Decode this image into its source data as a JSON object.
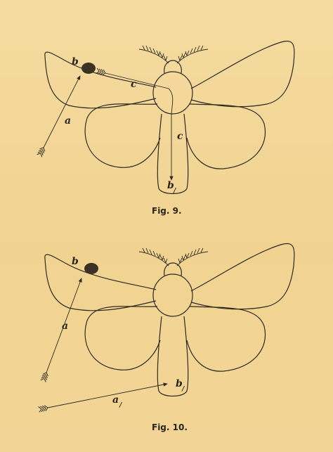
{
  "figures": [
    {
      "caption": "Fig. 9.",
      "labels": {
        "a": "a",
        "b": "b",
        "c1": "c",
        "c2": "c",
        "b1": "b",
        "b1_sub": "/"
      }
    },
    {
      "caption": "Fig. 10.",
      "labels": {
        "a": "a",
        "b": "b",
        "b1": "b",
        "b1_sub": "/",
        "a1": "a",
        "a1_sub": "/"
      }
    }
  ]
}
